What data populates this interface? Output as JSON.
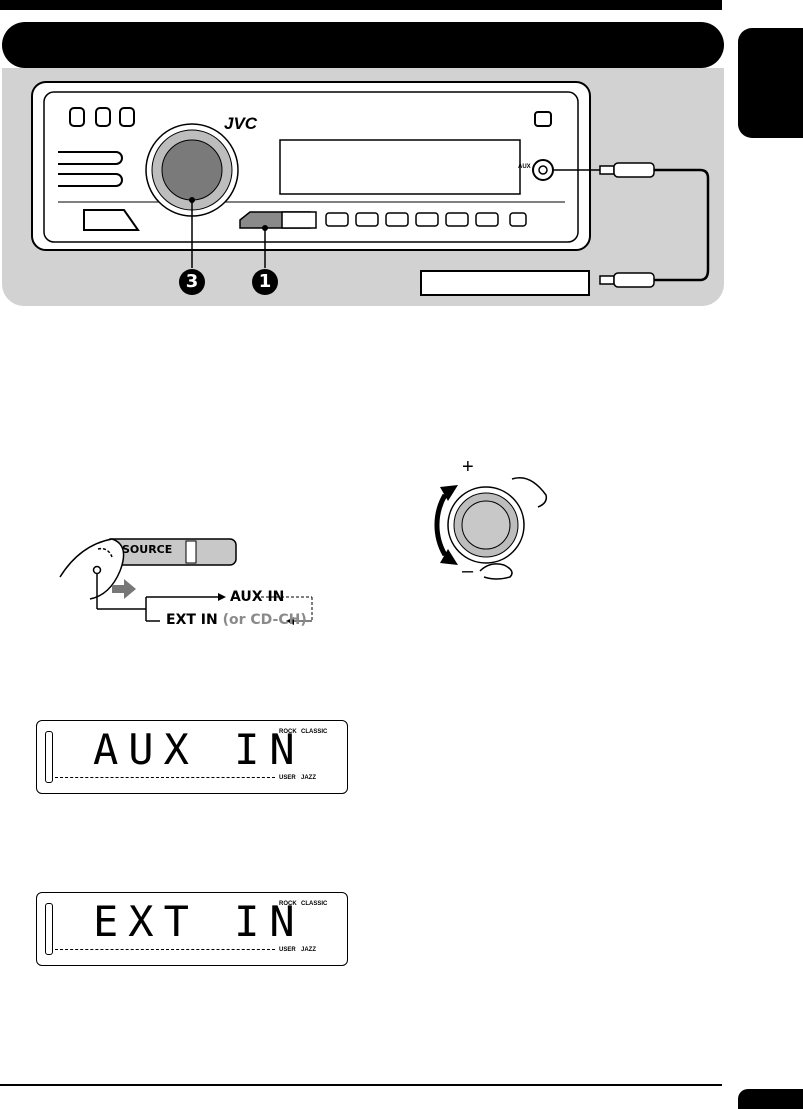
{
  "brand": {
    "logo": "JVC",
    "aux_jack_label": "AUX",
    "source_button_label": "SOURCE"
  },
  "callouts": {
    "dial": "3",
    "source": "1"
  },
  "source_diagram": {
    "button_label": "SOURCE",
    "first": "AUX IN",
    "second": "EXT IN",
    "second_alt": "(or CD-CH)"
  },
  "dial": {
    "plus": "+",
    "minus": "–"
  },
  "displays": [
    {
      "text": "AUX IN",
      "eq_labels": [
        "ROCK",
        "CLASSIC",
        "USER",
        "JAZZ"
      ]
    },
    {
      "text": "EXT IN",
      "eq_labels": [
        "ROCK",
        "CLASSIC",
        "USER",
        "JAZZ"
      ]
    }
  ]
}
